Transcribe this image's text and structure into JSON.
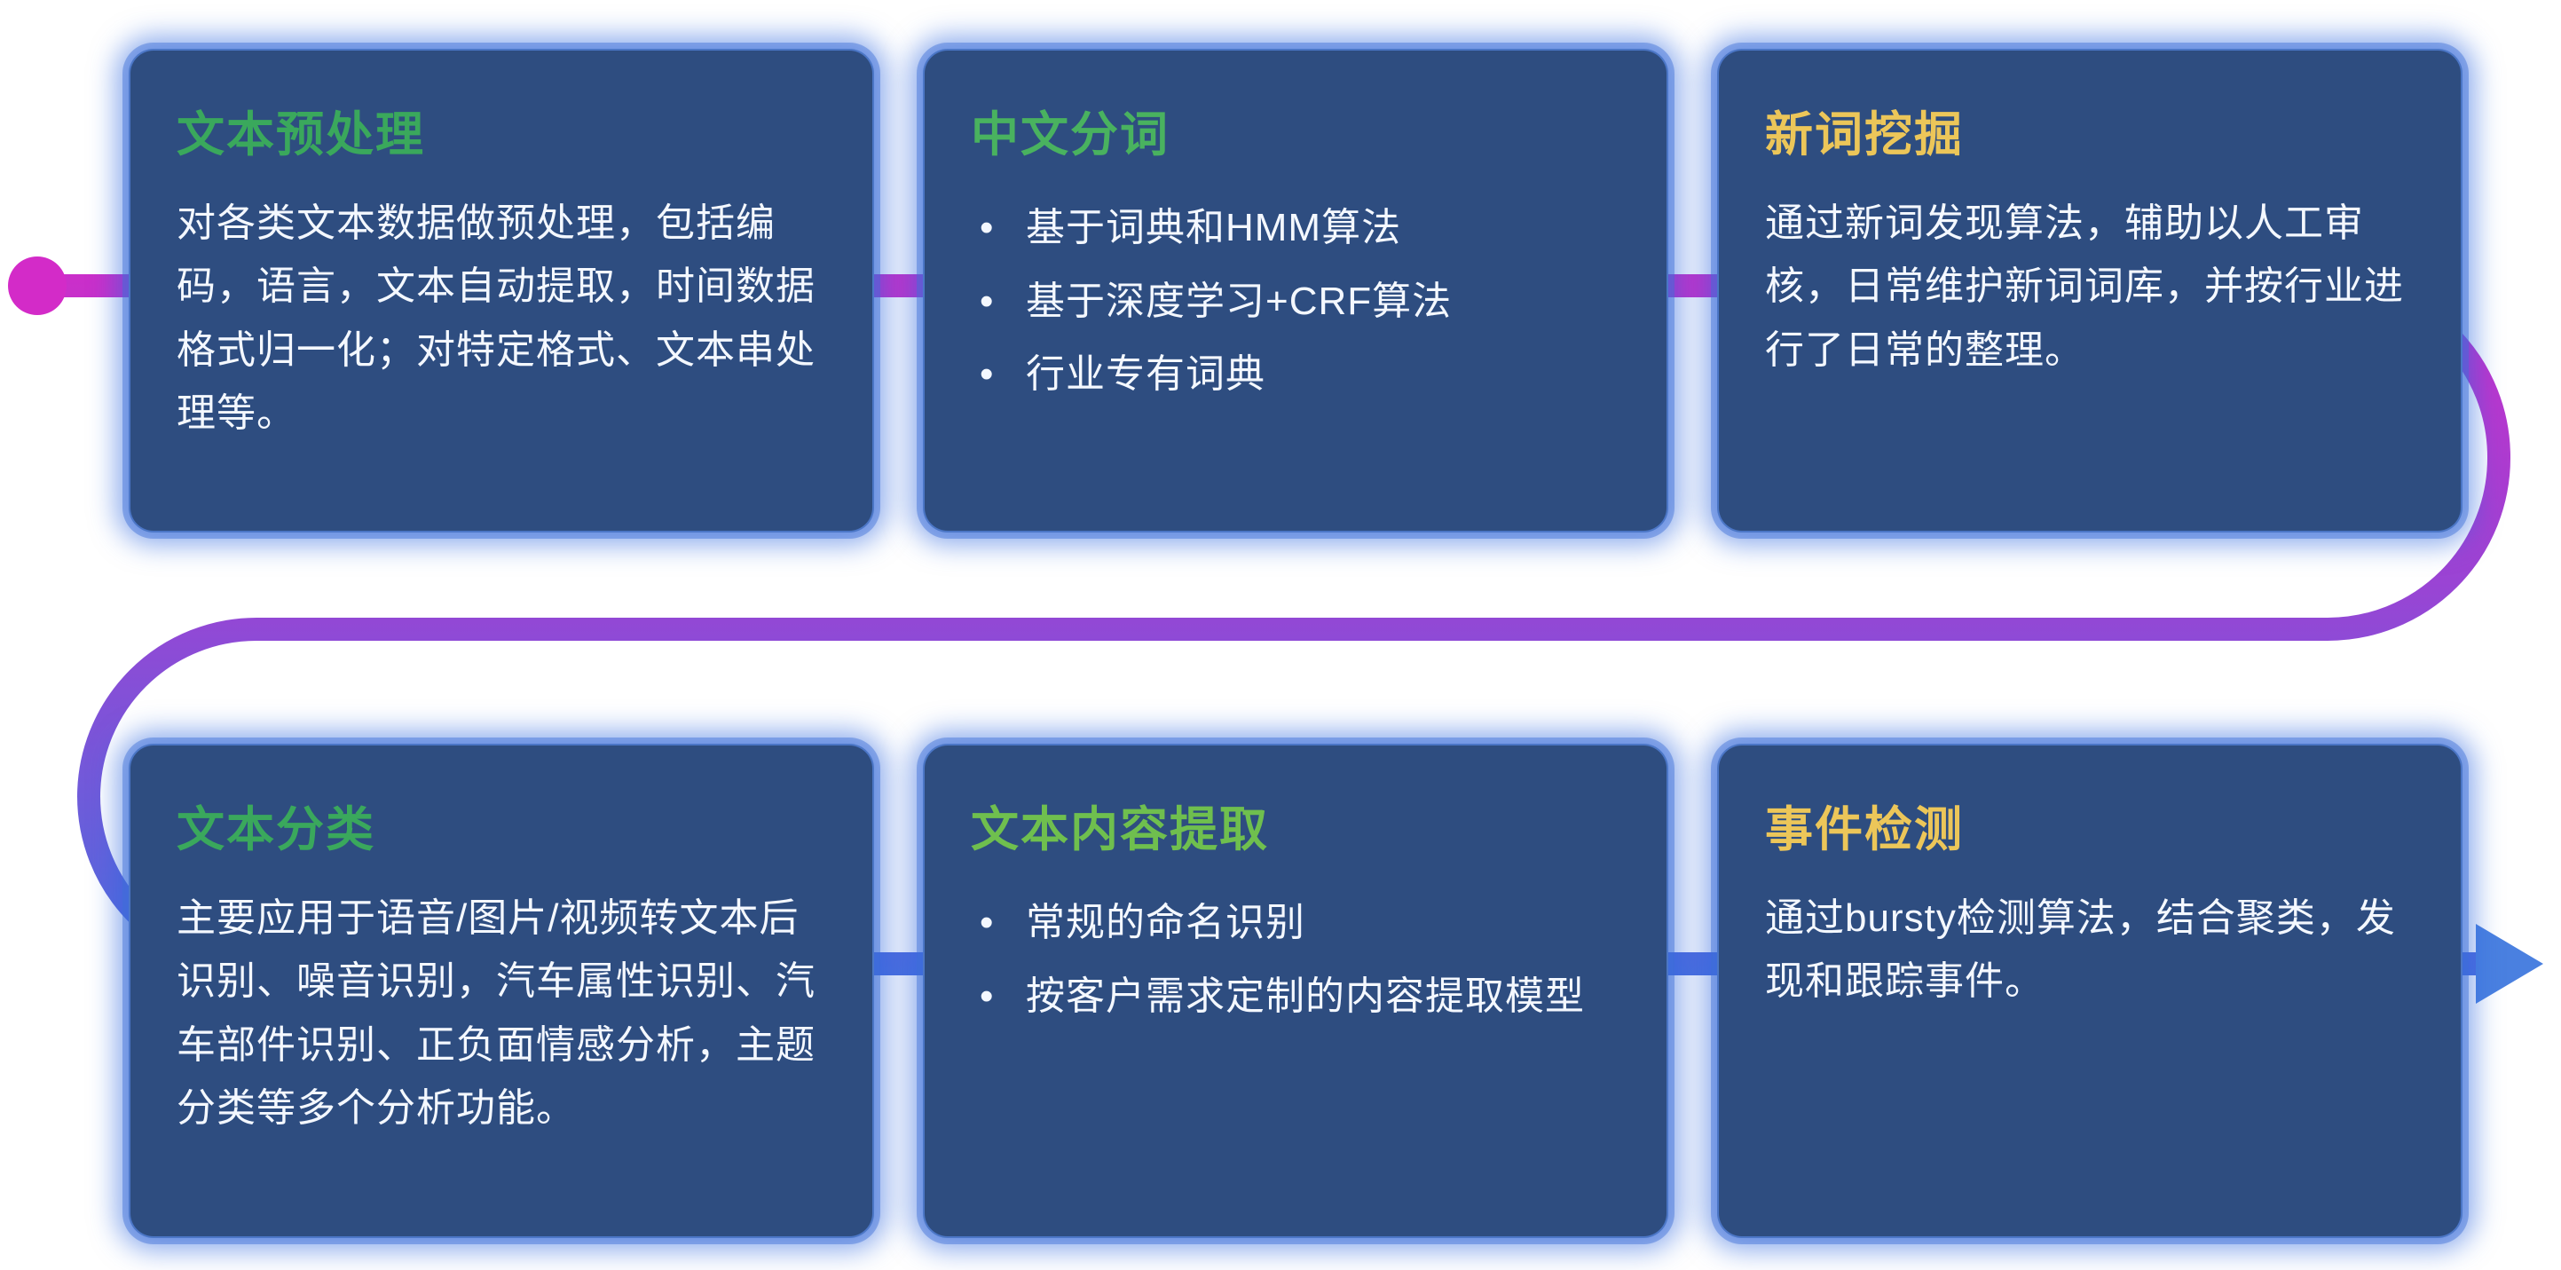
{
  "flow": {
    "start_dot_color": "#d32bc8",
    "gradient_start_color": "#d32bc8",
    "gradient_mid_color": "#9a44d4",
    "gradient_end_color": "#4273e0",
    "arrow_color": "#4a80e0",
    "line_width": 26
  },
  "cards": [
    {
      "title": "文本预处理",
      "title_color": "#3aa85c",
      "body": "对各类文本数据做预处理，包括编码，语言，文本自动提取，时间数据格式归一化；对特定格式、文本串处理等。"
    },
    {
      "title": "中文分词",
      "title_color": "#49b25f",
      "bullets": [
        "基于词典和HMM算法",
        "基于深度学习+CRF算法",
        "行业专有词典"
      ]
    },
    {
      "title": "新词挖掘",
      "title_color": "#ecc659",
      "body": "通过新词发现算法，辅助以人工审核，日常维护新词词库，并按行业进行了日常的整理。"
    },
    {
      "title": "文本分类",
      "title_color": "#3aa85c",
      "body": "主要应用于语音/图片/视频转文本后识别、噪音识别，汽车属性识别、汽车部件识别、正负面情感分析，主题分类等多个分析功能。"
    },
    {
      "title": "文本内容提取",
      "title_color": "#6fbf4e",
      "bullets": [
        "常规的命名识别",
        "按客户需求定制的内容提取模型"
      ]
    },
    {
      "title": "事件检测",
      "title_color": "#ecc659",
      "body": "通过bursty检测算法，结合聚类，发现和跟踪事件。"
    }
  ]
}
